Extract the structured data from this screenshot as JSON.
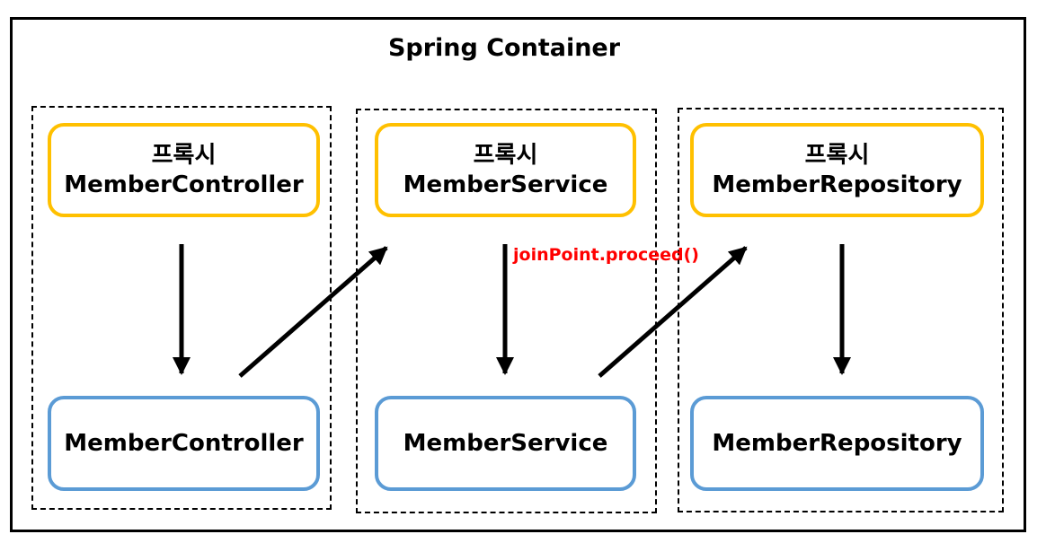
{
  "diagram": {
    "title": "Spring Container",
    "annotation": "joinPoint.proceed()",
    "colors": {
      "proxy_border": "#ffc000",
      "target_border": "#5b9bd5",
      "annotation": "#ff0000"
    },
    "groups": [
      {
        "proxy": {
          "line1": "프록시",
          "line2": "MemberController"
        },
        "target": {
          "label": "MemberController"
        }
      },
      {
        "proxy": {
          "line1": "프록시",
          "line2": "MemberService"
        },
        "target": {
          "label": "MemberService"
        }
      },
      {
        "proxy": {
          "line1": "프록시",
          "line2": "MemberRepository"
        },
        "target": {
          "label": "MemberRepository"
        }
      }
    ]
  }
}
